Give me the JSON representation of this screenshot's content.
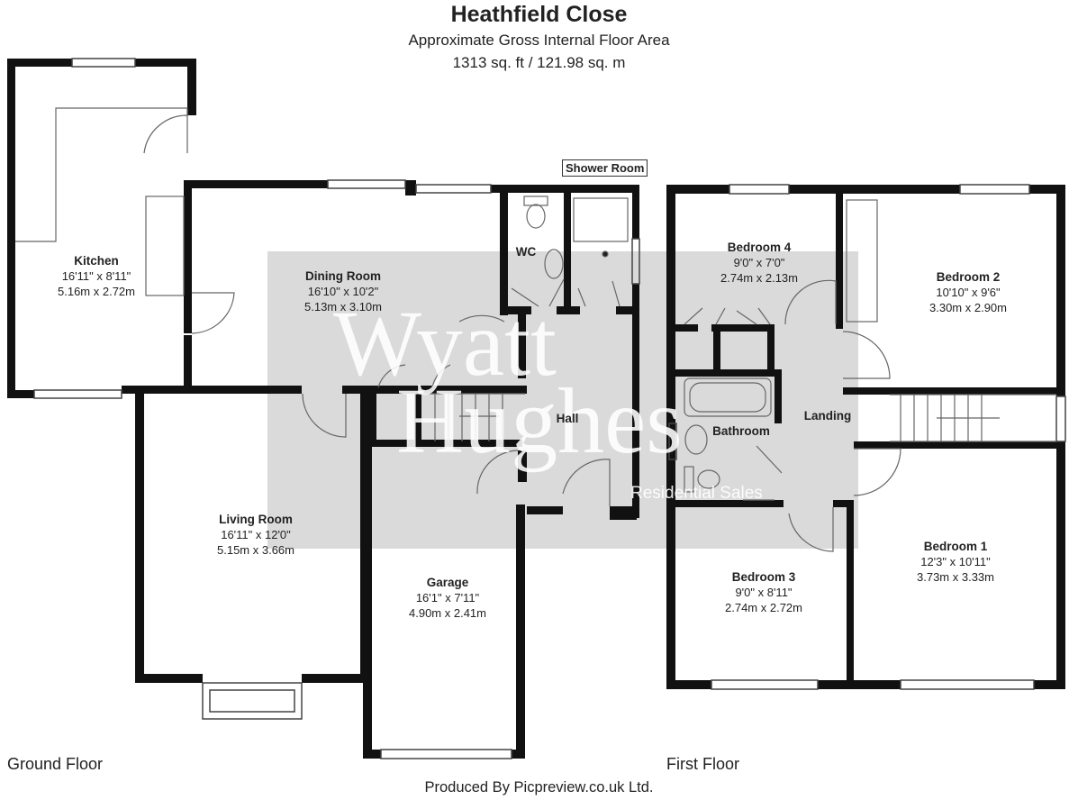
{
  "header": {
    "title": "Heathfield Close",
    "area_label": "Approximate Gross Internal Floor Area",
    "area_value": "1313 sq. ft / 121.98 sq. m"
  },
  "rooms": {
    "kitchen": {
      "name": "Kitchen",
      "imperial": "16'11\" x 8'11\"",
      "metric": "5.16m x 2.72m"
    },
    "dining": {
      "name": "Dining Room",
      "imperial": "16'10\" x 10'2\"",
      "metric": "5.13m x 3.10m"
    },
    "living": {
      "name": "Living Room",
      "imperial": "16'11\" x 12'0\"",
      "metric": "5.15m x 3.66m"
    },
    "garage": {
      "name": "Garage",
      "imperial": "16'1\" x 7'11\"",
      "metric": "4.90m x 2.41m"
    },
    "wc": {
      "name": "WC"
    },
    "hall": {
      "name": "Hall"
    },
    "shower": {
      "name": "Shower Room"
    },
    "bedroom4": {
      "name": "Bedroom 4",
      "imperial": "9'0\" x 7'0\"",
      "metric": "2.74m x 2.13m"
    },
    "bedroom2": {
      "name": "Bedroom 2",
      "imperial": "10'10\" x 9'6\"",
      "metric": "3.30m x 2.90m"
    },
    "bathroom": {
      "name": "Bathroom"
    },
    "landing": {
      "name": "Landing"
    },
    "bedroom1": {
      "name": "Bedroom 1",
      "imperial": "12'3\" x 10'11\"",
      "metric": "3.73m x 3.33m"
    },
    "bedroom3": {
      "name": "Bedroom 3",
      "imperial": "9'0\" x 8'11\"",
      "metric": "2.74m x 2.72m"
    }
  },
  "floors": {
    "ground": "Ground Floor",
    "first": "First Floor"
  },
  "credit": "Produced By Picpreview.co.uk Ltd.",
  "watermark": {
    "line1": "Wyatt",
    "line2": "Hughes",
    "line3": "Residential Sales"
  },
  "colors": {
    "wall": "#111111",
    "fixture": "#666666",
    "watermark_box": "#d4d4d4"
  }
}
